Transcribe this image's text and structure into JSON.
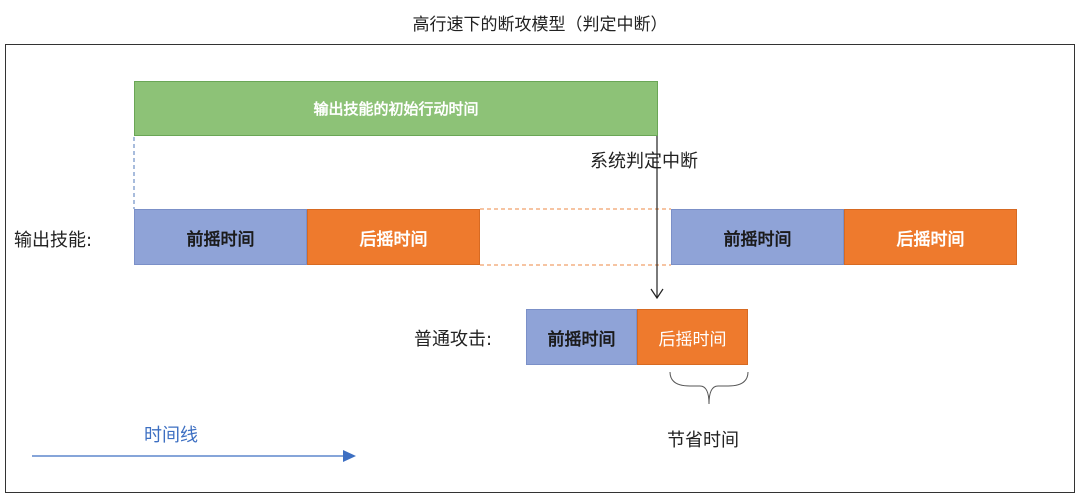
{
  "title": "高行速下的断攻模型（判定中断）",
  "initial_action": "输出技能的初始行动时间",
  "interrupt_label": "系统判定中断",
  "skill_row": {
    "label": "输出技能:",
    "first": {
      "pre": "前摇时间",
      "post": "后摇时间"
    },
    "second": {
      "pre": "前摇时间",
      "post": "后摇时间"
    }
  },
  "attack_row": {
    "label": "普通攻击:",
    "pre": "前摇时间",
    "post": "后摇时间"
  },
  "saved_time": "节省时间",
  "timeline": "时间线",
  "colors": {
    "green": "#8dc277",
    "blue": "#8fa3d7",
    "orange": "#ee7a2d",
    "timeline_blue": "#3d6fc2",
    "dashed_orange": "#f0a06a"
  }
}
